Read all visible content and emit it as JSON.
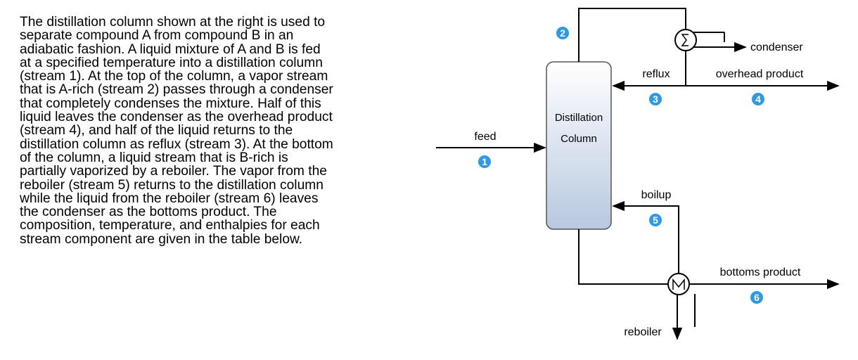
{
  "problem_text": "The distillation column shown at the right is used to\nseparate compound A from compound B in an\nadiabatic fashion. A liquid mixture of A and B is fed\nat a specified temperature into a distillation column\n(stream 1). At the top of the column, a vapor stream\nthat is A-rich (stream 2) passes through a condenser\nthat completely condenses the mixture. Half of this\nliquid leaves the condenser as the overhead product\n(stream 4), and half of the liquid returns to the\ndistillation column as reflux (stream 3). At the bottom\nof the column, a liquid stream that is B-rich is\npartially vaporized by a reboiler. The vapor from the\nreboiler (stream 5) returns to the distillation column\nwhile the liquid from the reboiler (stream 6) leaves\nthe condenser as the bottoms product. The\ncomposition, temperature, and enthalpies for each\nstream component are given in the table below.",
  "diagram": {
    "column_line1": "Distillation",
    "column_line2": "Column",
    "labels": {
      "feed": "feed",
      "condenser": "condenser",
      "reflux": "reflux",
      "overhead_product": "overhead product",
      "boilup": "boilup",
      "bottoms_product": "bottoms product",
      "reboiler": "reboiler"
    },
    "stream_numbers": {
      "s1": "1",
      "s2": "2",
      "s3": "3",
      "s4": "4",
      "s5": "5",
      "s6": "6"
    },
    "colors": {
      "badge": "#2e9ae6",
      "column_top": "#ffffff",
      "column_bottom": "#b8c8e0",
      "column_border": "#555555"
    }
  }
}
